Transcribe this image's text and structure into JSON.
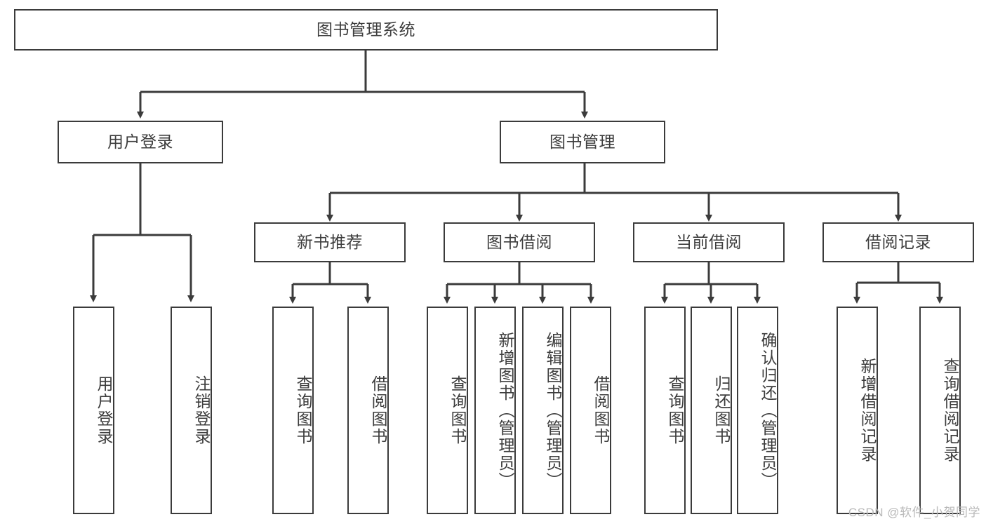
{
  "diagram": {
    "title": "图书管理系统",
    "watermark": "CSDN @软件_小贺同学",
    "colors": {
      "stroke": "#3b3b3b",
      "text": "#3d3d3d",
      "background": "#ffffff",
      "watermark": "#b9b9b9"
    },
    "root": {
      "label": "图书管理系统"
    },
    "level1": [
      {
        "label": "用户登录"
      },
      {
        "label": "图书管理"
      }
    ],
    "level2": [
      {
        "label": "新书推荐"
      },
      {
        "label": "图书借阅"
      },
      {
        "label": "当前借阅"
      },
      {
        "label": "借阅记录"
      }
    ],
    "leaves": {
      "user_login": [
        {
          "label": "用户登录"
        },
        {
          "label": "注销登录"
        }
      ],
      "new_book_recommend": [
        {
          "label": "查询图书"
        },
        {
          "label": "借阅图书"
        }
      ],
      "book_borrow": [
        {
          "label": "查询图书"
        },
        {
          "label": "新增图书（管理员）"
        },
        {
          "label": "编辑图书（管理员）"
        },
        {
          "label": "借阅图书"
        }
      ],
      "current_borrow": [
        {
          "label": "查询图书"
        },
        {
          "label": "归还图书"
        },
        {
          "label": "确认归还（管理员）"
        }
      ],
      "borrow_record": [
        {
          "label": "新增借阅记录"
        },
        {
          "label": "查询借阅记录"
        }
      ]
    }
  }
}
